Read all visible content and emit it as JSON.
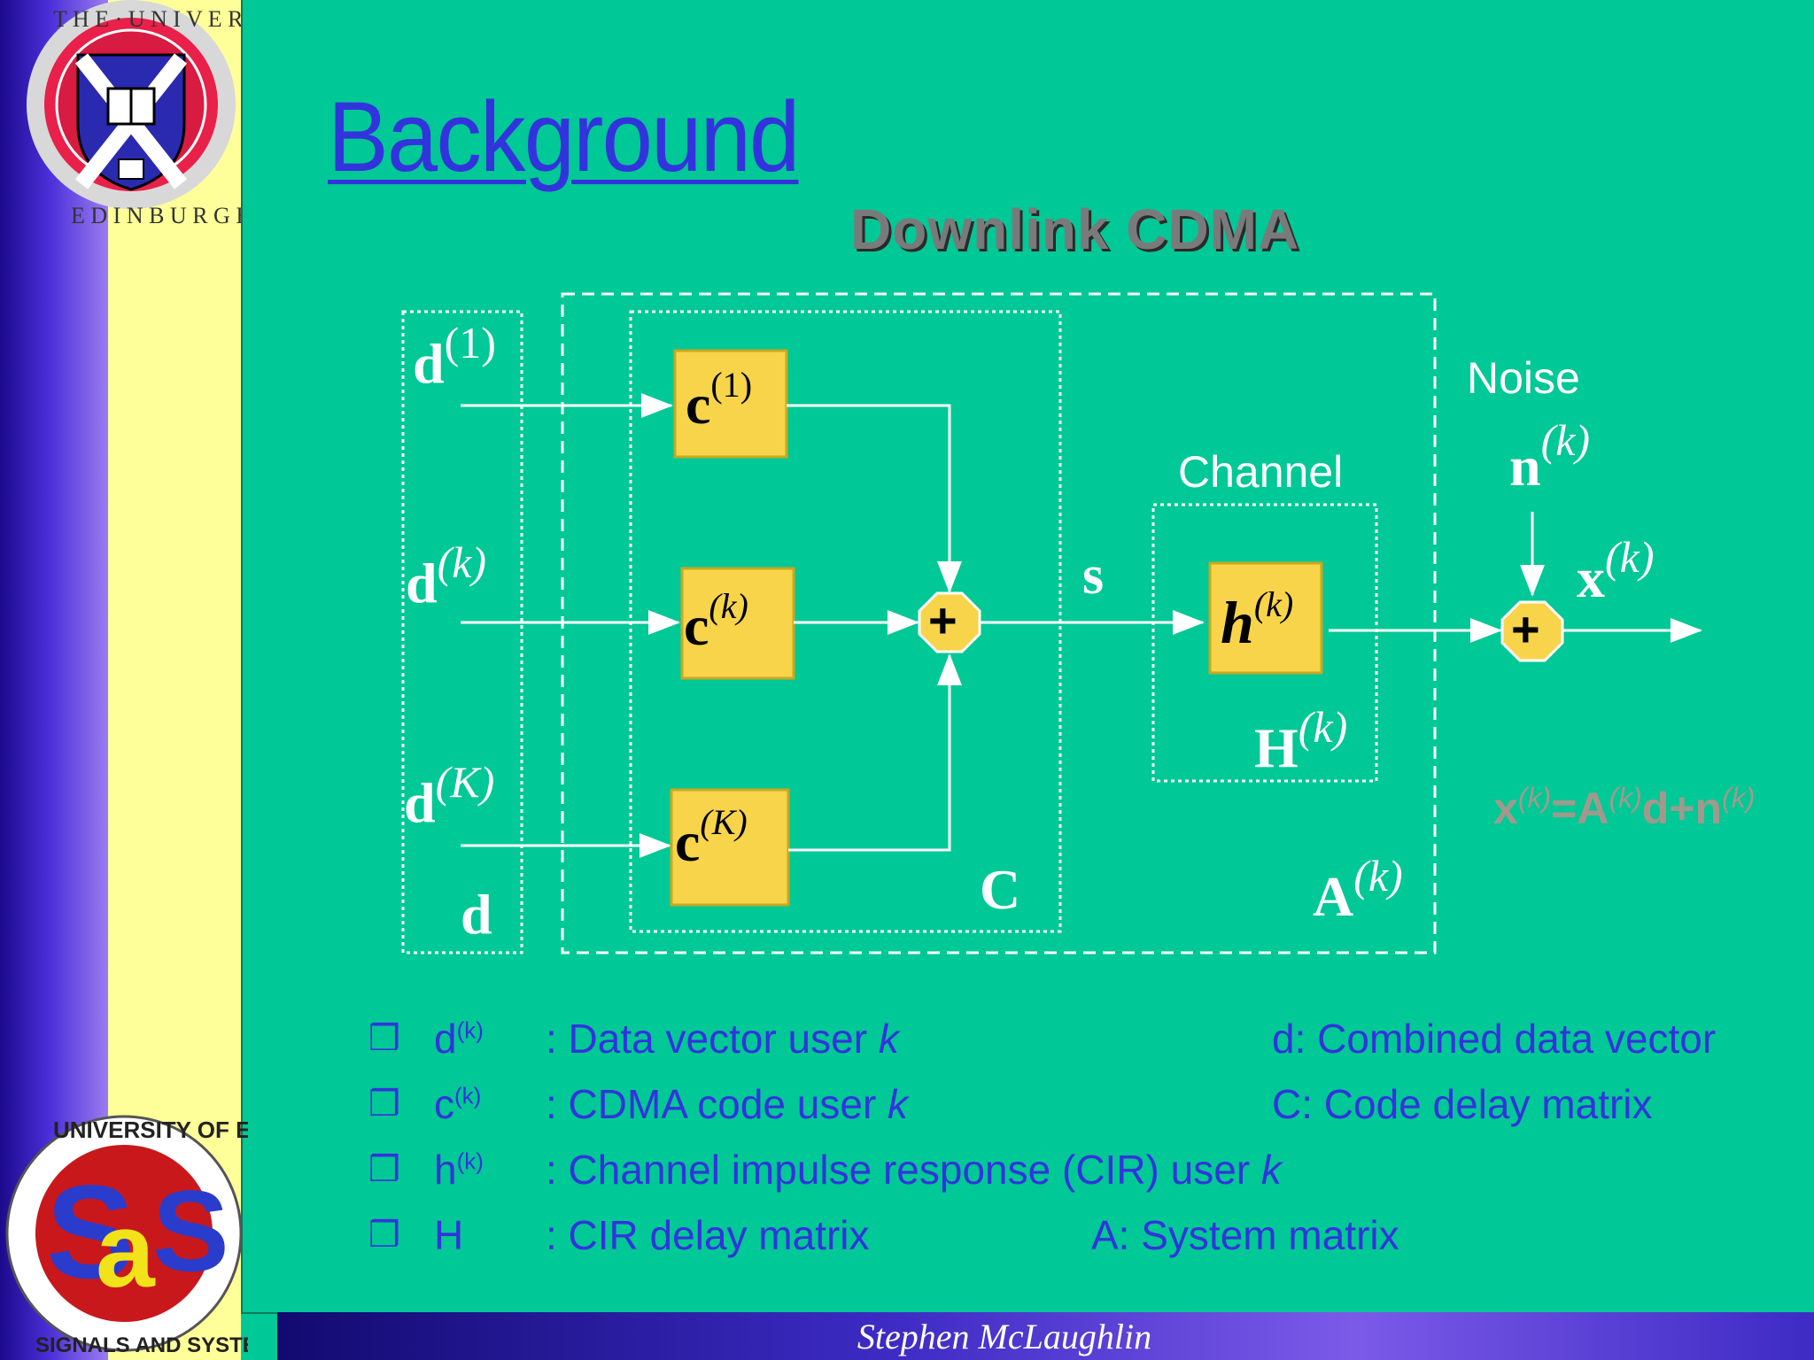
{
  "slide": {
    "title": "Background",
    "diagram_title": "Downlink CDMA",
    "footer": "Stephen McLaughlin"
  },
  "logos": {
    "top_seal": {
      "name": "university-of-edinburgh-crest",
      "ring_text": "THE UNIVERSITY OF EDINBURGH"
    },
    "bottom_logo": {
      "name": "signals-and-systems-group-logo",
      "ring_text": "THE UNIVERSITY OF EDINBURGH · SIGNALS AND SYSTEMS GROUP",
      "initials": "SaS"
    }
  },
  "diagram": {
    "inputs": {
      "d1": {
        "base": "d",
        "sup": "(1)"
      },
      "dk": {
        "base": "d",
        "sup": "(k)"
      },
      "dK": {
        "base": "d",
        "sup": "(K)"
      },
      "d_label": "d"
    },
    "codes": {
      "c1": {
        "base": "c",
        "sup": "(1)"
      },
      "ck": {
        "base": "c",
        "sup": "(k)"
      },
      "cK": {
        "base": "c",
        "sup": "(K)"
      }
    },
    "sum_symbol": "+",
    "s_label": "s",
    "C_label": "C",
    "channel_label": "Channel",
    "channel_block": {
      "base": "h",
      "sup": "(k)"
    },
    "H_label": {
      "base": "H",
      "sup": "(k)"
    },
    "A_label": {
      "base": "A",
      "sup": "(k)"
    },
    "noise_label": "Noise",
    "noise_symbol": {
      "base": "n",
      "sup": "(k)"
    },
    "output_symbol": {
      "base": "x",
      "sup": "(k)"
    },
    "equation": {
      "x": "x",
      "x_sup": "(k)",
      "eq": "=A",
      "a_sup": "(k)",
      "dn": "d+n",
      "n_sup": "(k)"
    }
  },
  "legend": {
    "bullet": "❒",
    "rows": [
      {
        "sym": "d",
        "sup": "(k)",
        "desc_prefix": ": Data vector user ",
        "desc_var": "k"
      },
      {
        "sym": "c",
        "sup": "(k)",
        "desc_prefix": ": CDMA code user ",
        "desc_var": "k"
      },
      {
        "sym": "h",
        "sup": "(k)",
        "desc_prefix": ": Channel impulse response (CIR) user ",
        "desc_var": "k"
      },
      {
        "sym": "H",
        "sup": "",
        "desc_prefix": ": CIR delay matrix",
        "desc_var": ""
      }
    ],
    "right_notes": [
      "d: Combined data vector",
      "C: Code delay matrix",
      "A: System matrix"
    ]
  },
  "colors": {
    "background": "#00c896",
    "title": "#3333dd",
    "block_fill": "#f7d44a",
    "line": "#ffffff",
    "equation": "#d98a8a"
  }
}
